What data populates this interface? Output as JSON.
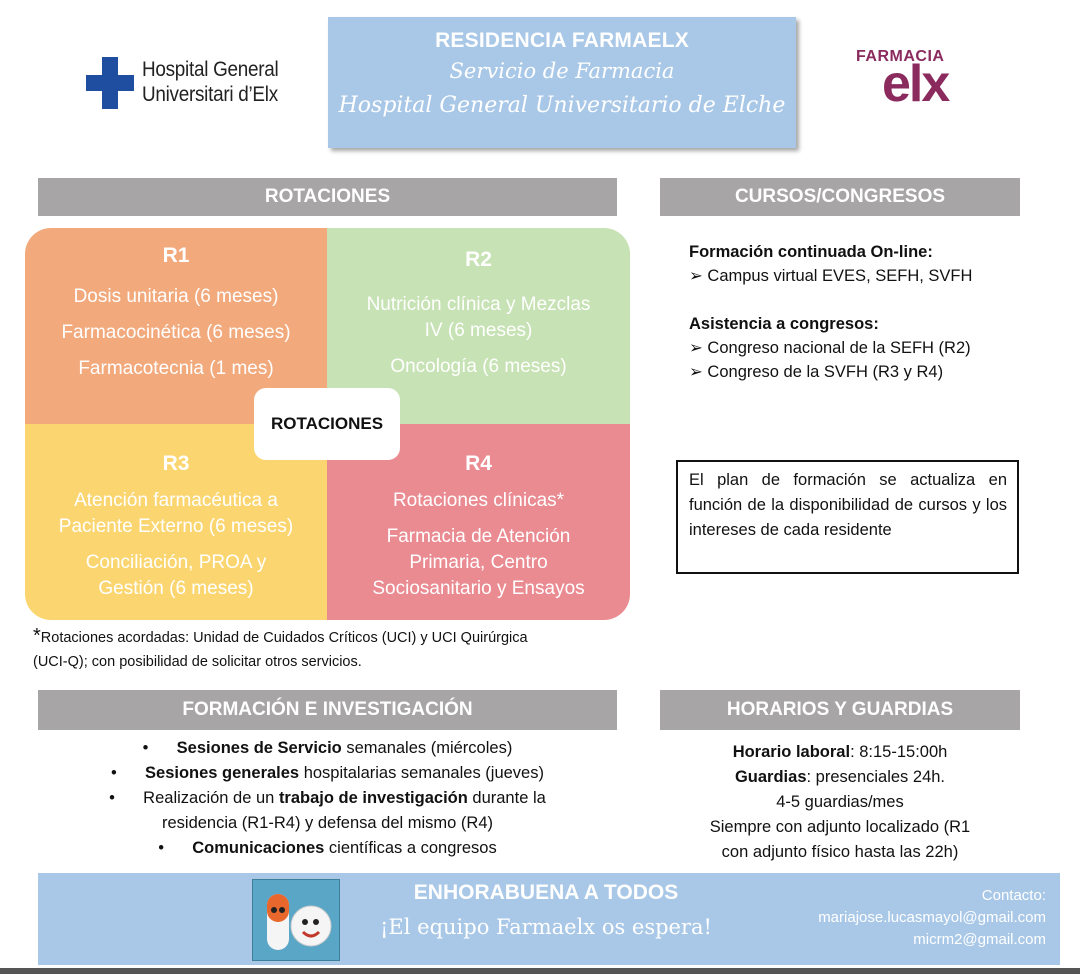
{
  "header": {
    "hospital_logo": {
      "line1": "Hospital General",
      "line2": "Universitari d’Elx"
    },
    "title_main": "RESIDENCIA FARMAELX",
    "title_sub": "Servicio de Farmacia",
    "title_sub2": "Hospital General Universitario de Elche",
    "farmacia_logo": {
      "top": "FARMACIA",
      "word": "elx"
    }
  },
  "rotaciones": {
    "header": "ROTACIONES",
    "center_label": "ROTACIONES",
    "r1": {
      "label": "R1",
      "items": [
        "Dosis unitaria (6 meses)",
        "Farmacocinética (6 meses)",
        "Farmacotecnia (1 mes)"
      ]
    },
    "r2": {
      "label": "R2",
      "items": [
        "Nutrición clínica y Mezclas",
        "IV (6 meses)",
        "Oncología (6 meses)"
      ]
    },
    "r3": {
      "label": "R3",
      "items": [
        "Atención farmacéutica a",
        "Paciente Externo (6 meses)",
        "Conciliación, PROA y",
        "Gestión (6 meses)"
      ]
    },
    "r4": {
      "label": "R4",
      "items": [
        "Rotaciones clínicas*",
        "Farmacia de Atención",
        "Primaria, Centro",
        "Sociosanitario y Ensayos"
      ]
    },
    "note_star": "*",
    "note_line1": "Rotaciones acordadas: Unidad de Cuidados Críticos (UCI) y UCI Quirúrgica",
    "note_line2": "(UCI-Q); con posibilidad de solicitar otros servicios."
  },
  "cursos": {
    "header": "CURSOS/CONGRESOS",
    "online_title": "Formación continuada On-line:",
    "online_items": [
      "Campus virtual EVES, SEFH, SVFH"
    ],
    "congresos_title": "Asistencia a congresos:",
    "congresos_items": [
      "Congreso nacional de la SEFH (R2)",
      "Congreso de la SVFH (R3 y R4)"
    ],
    "arrow": "➢",
    "plan_text": "El plan de formación se actualiza en función de la disponibilidad de cursos y los intereses de cada residente"
  },
  "formacion": {
    "header": "FORMACIÓN E INVESTIGACIÓN",
    "bullet": "•",
    "items": [
      {
        "bold": "Sesiones de Servicio",
        "rest": " semanales (miércoles)"
      },
      {
        "bold": "Sesiones generales",
        "rest": " hospitalarias semanales (jueves)"
      },
      {
        "pre": "Realización de un ",
        "bold": "trabajo de investigación",
        "rest": " durante la",
        "line2": "residencia (R1-R4) y defensa del mismo (R4)"
      },
      {
        "bold": "Comunicaciones",
        "rest": " científicas a congresos"
      }
    ]
  },
  "horarios": {
    "header": "HORARIOS Y GUARDIAS",
    "horario_label": "Horario laboral",
    "horario_value": ": 8:15-15:00h",
    "guardias_label": "Guardias",
    "guardias_value": ": presenciales 24h.",
    "line3": "4-5 guardias/mes",
    "line4": "Siempre con adjunto localizado (R1",
    "line5": "con adjunto físico hasta las 22h)"
  },
  "footer": {
    "title": "ENHORABUENA A TODOS",
    "subtitle": "¡El equipo Farmaelx os espera!",
    "contact_label": "Contacto:",
    "email1": "mariajose.lucasmayol@gmail.com",
    "email2": "micrm2@gmail.com",
    "image_icon": "pill-mascots-icon"
  },
  "colors": {
    "header_box": "#a9c8e7",
    "section_gray": "#a7a5a6",
    "r1": "#f2a97c",
    "r2": "#c7e2b4",
    "r3": "#fbd670",
    "r4": "#ea8a91",
    "brand_blue": "#1f4ea1",
    "brand_purple": "#8a2a5d"
  }
}
